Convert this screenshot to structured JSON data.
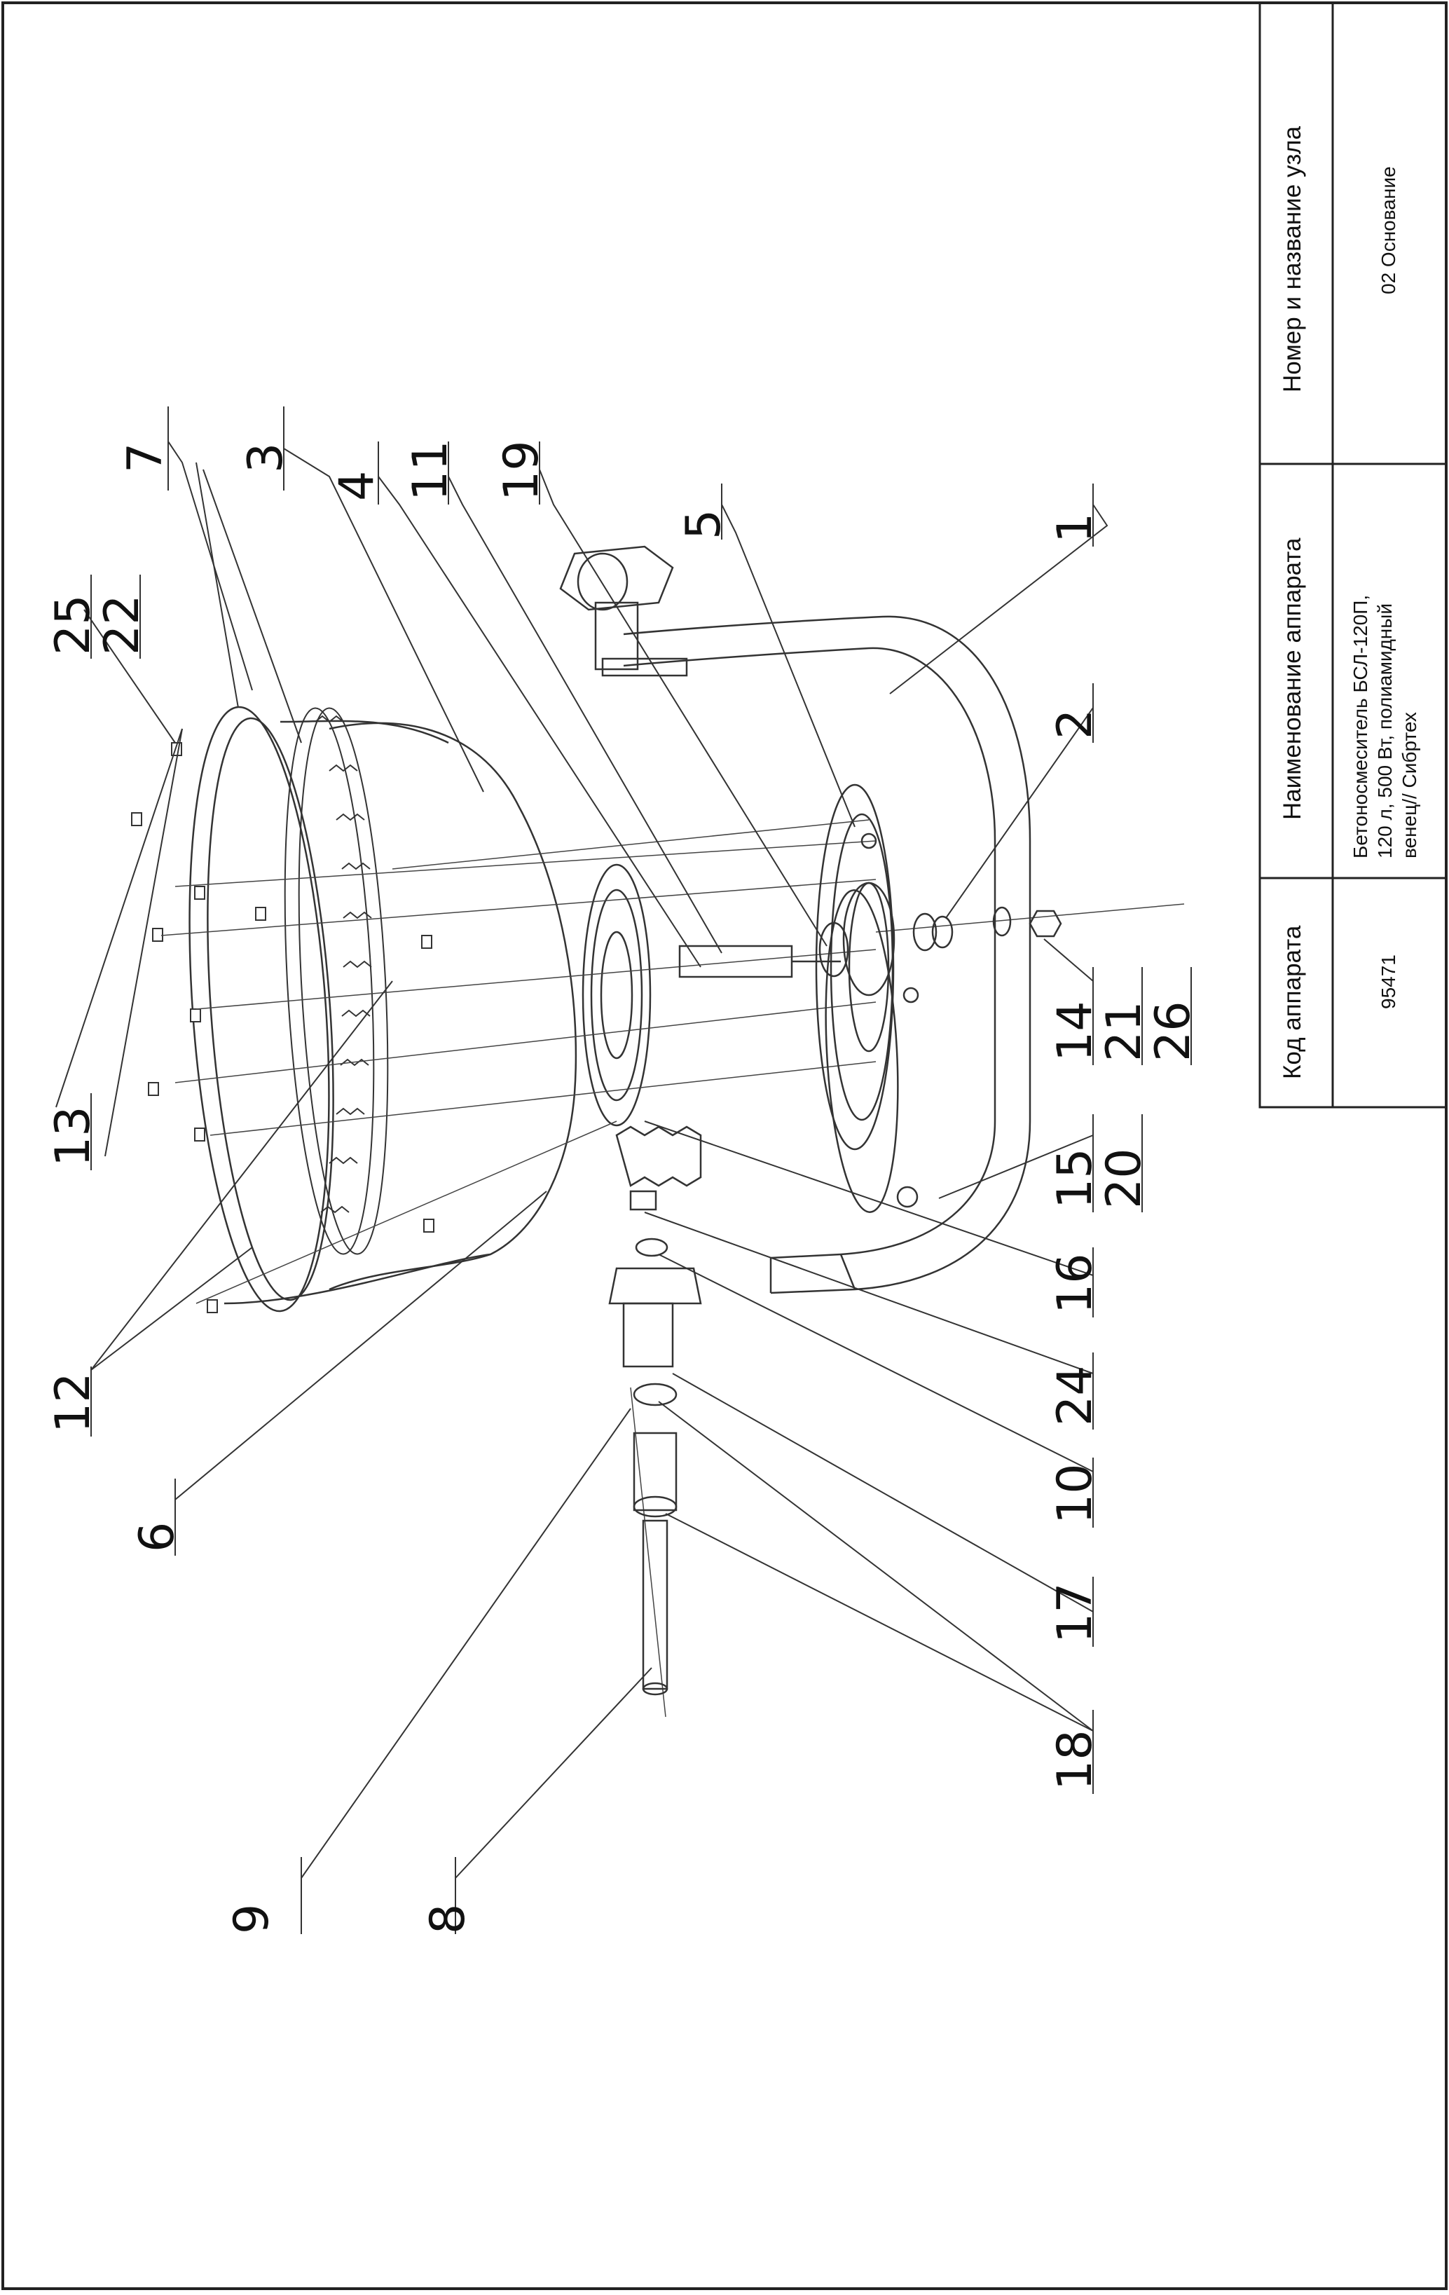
{
  "title_block": {
    "col1_header": "Код аппарата",
    "col1_value": "95471",
    "col2_header": "Наименование аппарата",
    "col2_value_lines": [
      "Бетоносмеситель БСЛ-120П,",
      "120 л, 500 Вт, полиамидный",
      "венец// Сибртех"
    ],
    "col3_header": "Номер и название узла",
    "col3_value": "02 Основание"
  },
  "callouts": {
    "c1": "1",
    "c2": "2",
    "c3": "3",
    "c4": "4",
    "c5": "5",
    "c6": "6",
    "c7": "7",
    "c8": "8",
    "c9": "9",
    "c10": "10",
    "c11": "11",
    "c12": "12",
    "c13": "13",
    "c14": "14",
    "c15": "15",
    "c16": "16",
    "c17": "17",
    "c18": "18",
    "c19": "19",
    "c20": "20",
    "c21": "21",
    "c22": "22",
    "c24": "24",
    "c25": "25",
    "c26": "26"
  },
  "colors": {
    "line": "#222222",
    "background": "#ffffff"
  }
}
